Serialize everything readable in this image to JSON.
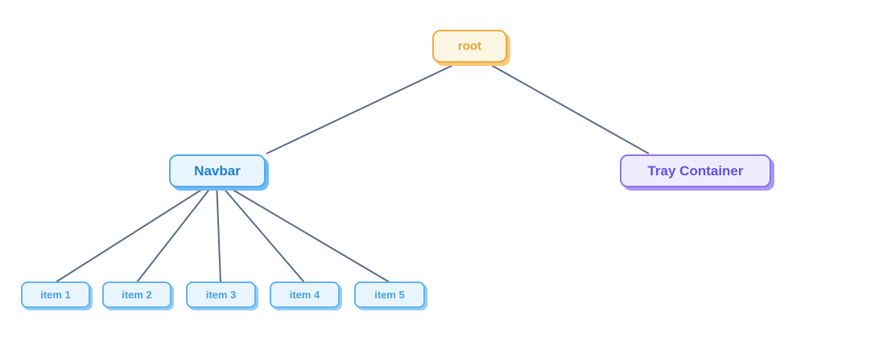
{
  "diagram": {
    "type": "tree",
    "edge_color": "#5a6b8c",
    "nodes": {
      "root": {
        "label": "root",
        "background": "#fdf6e3",
        "border": "#f2a93e",
        "text_color": "#f0a232",
        "shadow": "#f8c97c"
      },
      "navbar": {
        "label": "Navbar",
        "background": "#e9f5fe",
        "border": "#55a8ea",
        "text_color": "#1d7fd6",
        "shadow": "#6fbbf2"
      },
      "tray_container": {
        "label": "Tray Container",
        "background": "#efecfd",
        "border": "#8a75ee",
        "text_color": "#6450e8",
        "shadow": "#ab97f4"
      },
      "item1": {
        "label": "item 1",
        "background": "#e9f5fe",
        "border": "#64b2ee",
        "text_color": "#47a1e8",
        "shadow": "#94cdf6"
      },
      "item2": {
        "label": "item 2",
        "background": "#e9f5fe",
        "border": "#64b2ee",
        "text_color": "#47a1e8",
        "shadow": "#94cdf6"
      },
      "item3": {
        "label": "item 3",
        "background": "#e9f5fe",
        "border": "#64b2ee",
        "text_color": "#47a1e8",
        "shadow": "#94cdf6"
      },
      "item4": {
        "label": "item 4",
        "background": "#e9f5fe",
        "border": "#64b2ee",
        "text_color": "#47a1e8",
        "shadow": "#94cdf6"
      },
      "item5": {
        "label": "item 5",
        "background": "#e9f5fe",
        "border": "#64b2ee",
        "text_color": "#47a1e8",
        "shadow": "#94cdf6"
      }
    },
    "edges": [
      {
        "from": "root",
        "to": "navbar"
      },
      {
        "from": "root",
        "to": "tray_container"
      },
      {
        "from": "navbar",
        "to": "item1"
      },
      {
        "from": "navbar",
        "to": "item2"
      },
      {
        "from": "navbar",
        "to": "item3"
      },
      {
        "from": "navbar",
        "to": "item4"
      },
      {
        "from": "navbar",
        "to": "item5"
      }
    ]
  }
}
